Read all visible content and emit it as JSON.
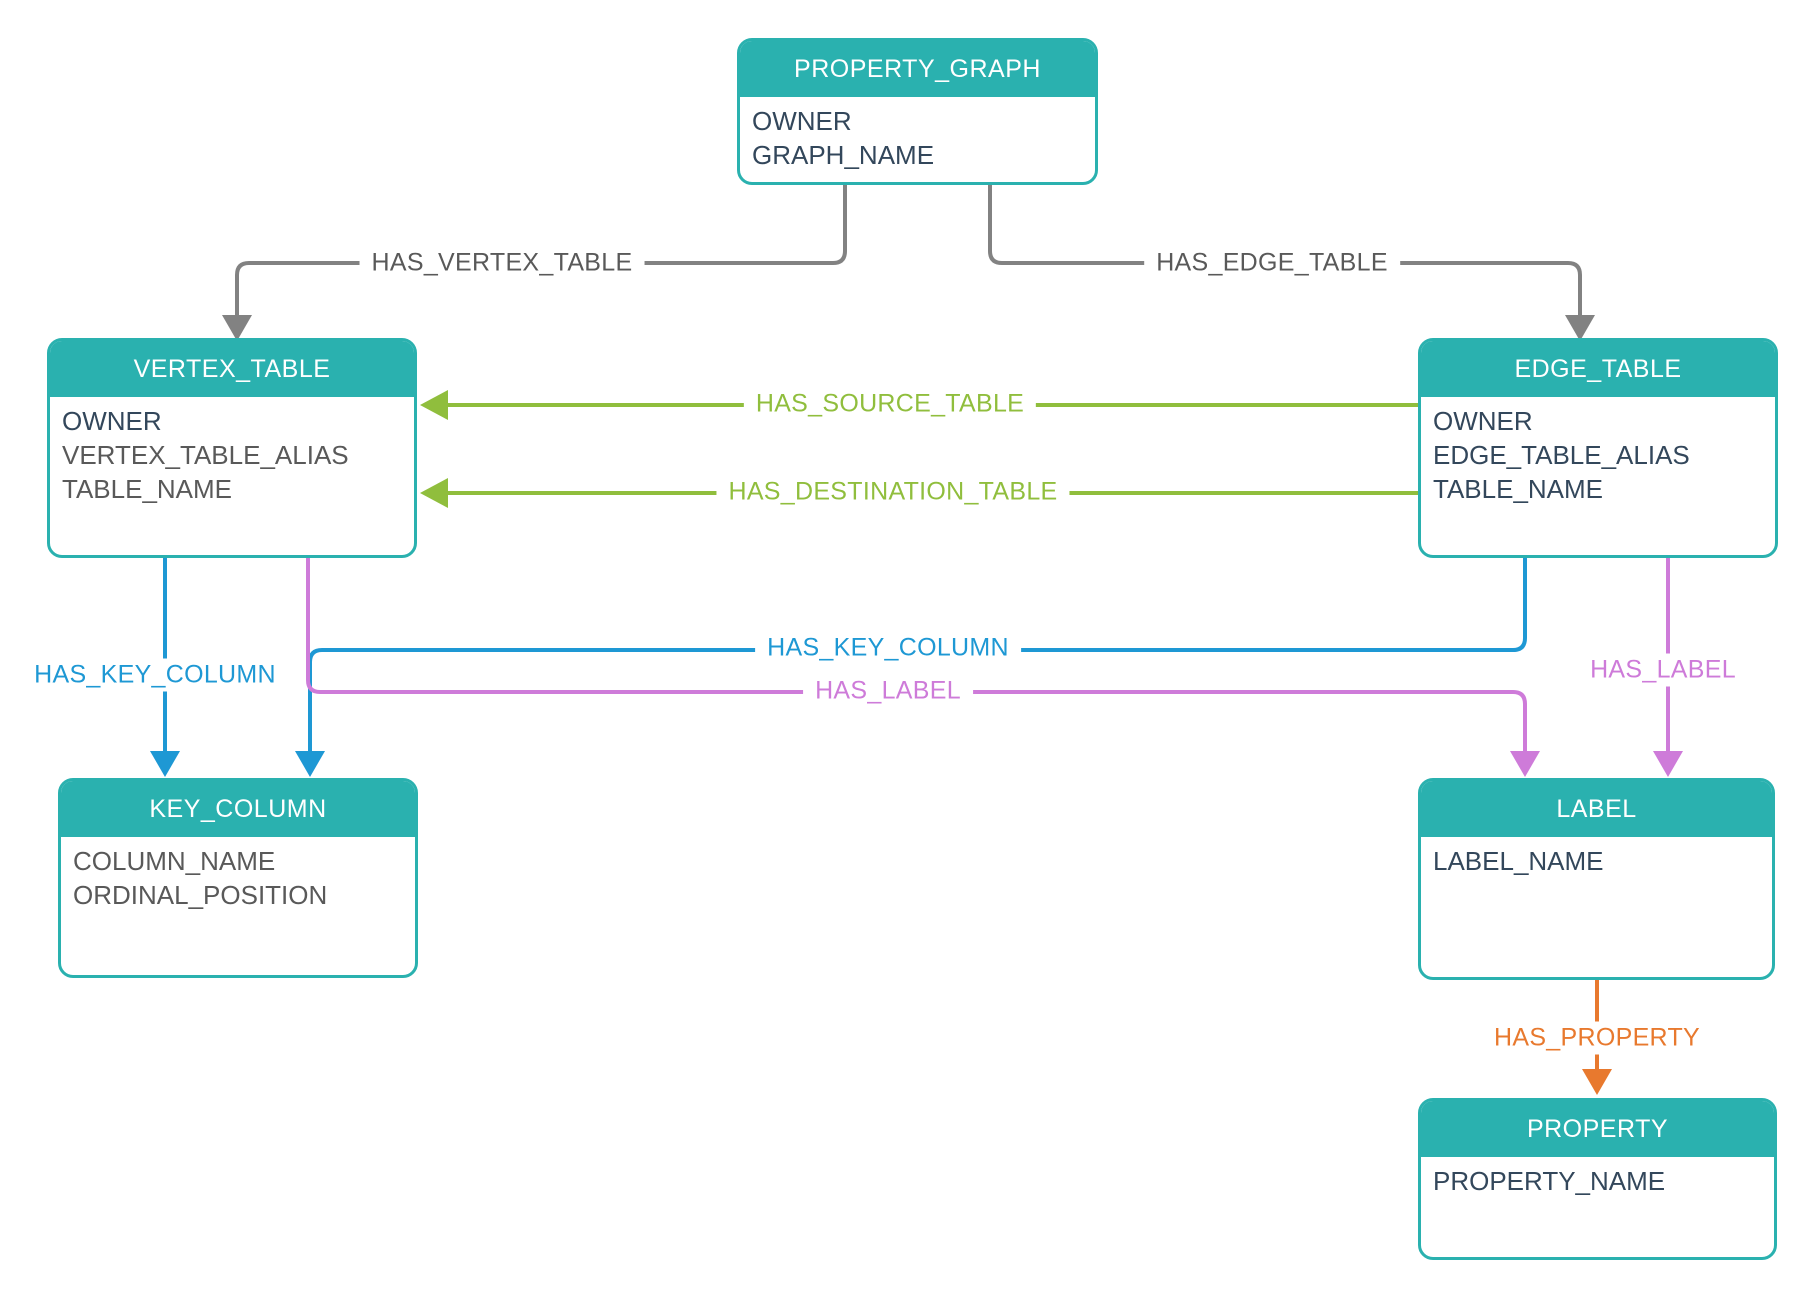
{
  "colors": {
    "teal": "#2ab1af",
    "gray_line": "#828282",
    "gray_text": "#595959",
    "green": "#90be3d",
    "blue": "#1e98d4",
    "purple": "#ce7bd9",
    "orange": "#e8792e",
    "navy_text": "#33475b",
    "muted_text": "#595959",
    "background": "#ffffff"
  },
  "entities": {
    "property_graph": {
      "title": "PROPERTY_GRAPH",
      "fields": [
        "OWNER",
        "GRAPH_NAME"
      ]
    },
    "vertex_table": {
      "title": "VERTEX_TABLE",
      "fields": [
        "OWNER",
        "VERTEX_TABLE_ALIAS",
        "TABLE_NAME"
      ]
    },
    "edge_table": {
      "title": "EDGE_TABLE",
      "fields": [
        "OWNER",
        "EDGE_TABLE_ALIAS",
        "TABLE_NAME"
      ]
    },
    "key_column": {
      "title": "KEY_COLUMN",
      "fields": [
        "COLUMN_NAME",
        "ORDINAL_POSITION"
      ]
    },
    "label": {
      "title": "LABEL",
      "fields": [
        "LABEL_NAME"
      ]
    },
    "property": {
      "title": "PROPERTY",
      "fields": [
        "PROPERTY_NAME"
      ]
    }
  },
  "edges": {
    "has_vertex_table": {
      "label": "HAS_VERTEX_TABLE"
    },
    "has_edge_table": {
      "label": "HAS_EDGE_TABLE"
    },
    "has_source_table": {
      "label": "HAS_SOURCE_TABLE"
    },
    "has_destination_table": {
      "label": "HAS_DESTINATION_TABLE"
    },
    "has_key_column": {
      "label": "HAS_KEY_COLUMN"
    },
    "has_label": {
      "label": "HAS_LABEL"
    },
    "has_property": {
      "label": "HAS_PROPERTY"
    }
  }
}
